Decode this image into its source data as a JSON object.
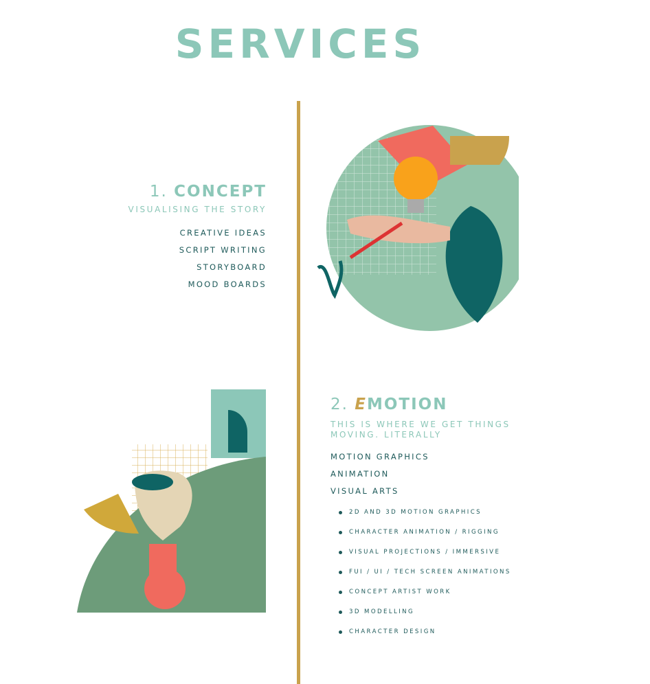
{
  "title": "SERVICES",
  "concept": {
    "number": "1.",
    "heading": "CONCEPT",
    "subtitle": "VISUALISING THE STORY",
    "items": [
      "CREATIVE IDEAS",
      "SCRIPT WRITING",
      "STORYBOARD",
      "MOOD BOARDS"
    ]
  },
  "emotion": {
    "number": "2.",
    "heading_initial": "E",
    "heading_rest": "MOTION",
    "subtitle_line1": "THIS IS WHERE WE GET THINGS",
    "subtitle_line2": "MOVING. LITERALLY",
    "items": [
      "MOTION GRAPHICS",
      "ANIMATION",
      "VISUAL ARTS"
    ],
    "subitems": [
      "2D AND 3D MOTION GRAPHICS",
      "CHARACTER ANIMATION / RIGGING",
      "VISUAL PROJECTIONS / IMMERSIVE",
      "FUI / UI / TECH SCREEN ANIMATIONS",
      "CONCEPT ARTIST WORK",
      "3D MODELLING",
      "CHARACTER DESIGN"
    ]
  },
  "colors": {
    "teal_light": "#8cc7b8",
    "teal_dark": "#1e5a5a",
    "gold": "#c9a24d",
    "coral": "#f06a5e"
  }
}
